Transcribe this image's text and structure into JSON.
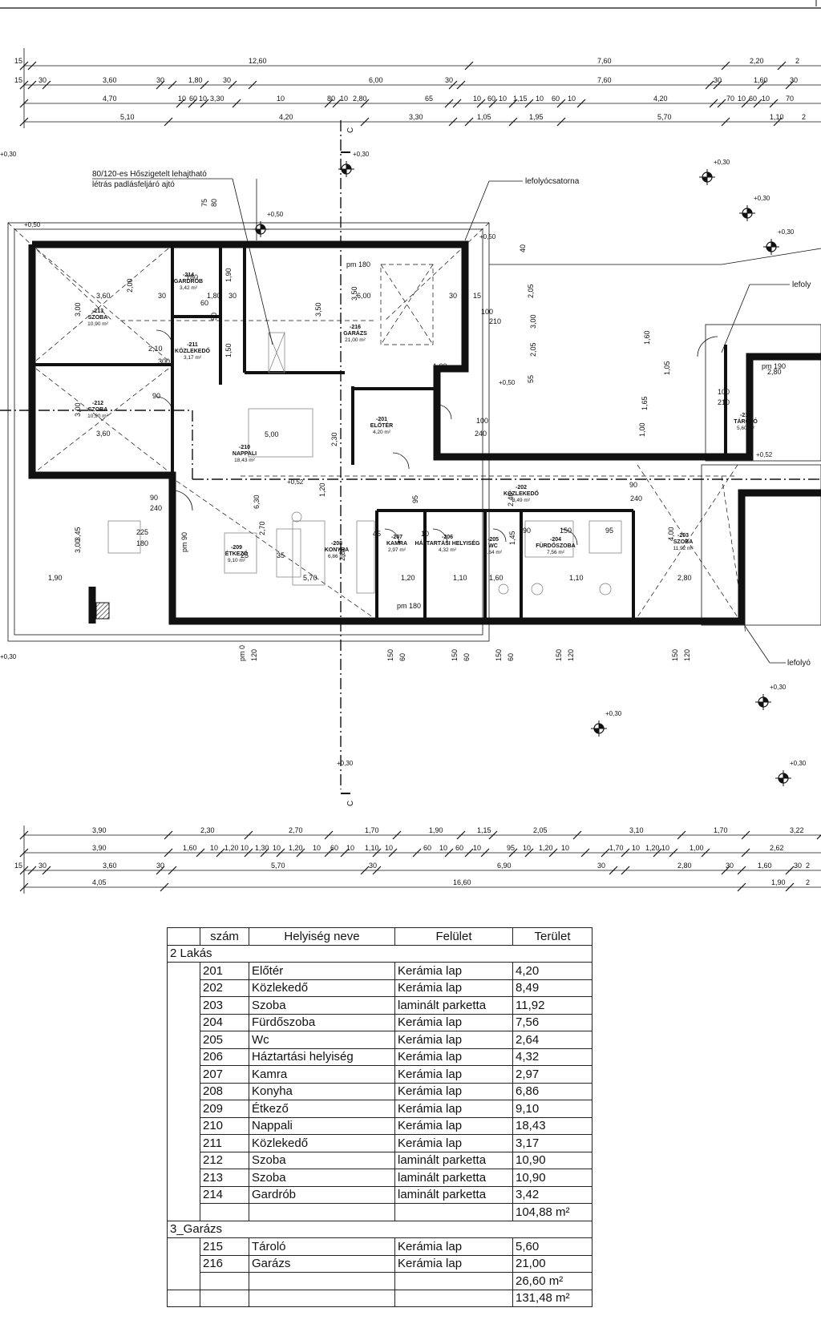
{
  "top_dims": {
    "row1": [
      "15",
      "12,60",
      "7,60",
      "2,20",
      "2"
    ],
    "row2": [
      "15",
      "30",
      "3,60",
      "30",
      "1,80",
      "30",
      "6,00",
      "30",
      "7,60",
      "30",
      "1,60",
      "30"
    ],
    "row3": [
      "4,70",
      "10",
      "60",
      "10",
      "3,30",
      "10",
      "80",
      "10",
      "2,80",
      "65",
      "10",
      "60",
      "10",
      "1,15",
      "10",
      "60",
      "10",
      "4,20",
      "70",
      "10",
      "60",
      "10",
      "70"
    ],
    "row4": [
      "5,10",
      "4,20",
      "3,30",
      "1,05",
      "1,95",
      "5,70",
      "1,10",
      "2"
    ]
  },
  "bottom_dims": {
    "row1": [
      "3,90",
      "2,30",
      "2,70",
      "1,70",
      "1,90",
      "1,15",
      "2,05",
      "3,10",
      "1,70",
      "3,22"
    ],
    "row2": [
      "3,90",
      "1,60",
      "10",
      "1,20",
      "10",
      "1,30",
      "10",
      "1,20",
      "10",
      "60",
      "10",
      "1,10",
      "10",
      "60",
      "10",
      "60",
      "10",
      "95",
      "10",
      "1,20",
      "10",
      "1,70",
      "10",
      "1,20",
      "10",
      "1,00",
      "2,62"
    ],
    "row3": [
      "15",
      "30",
      "3,60",
      "30",
      "5,70",
      "30",
      "6,90",
      "30",
      "2,80",
      "30",
      "1,60",
      "30",
      "2"
    ],
    "row4": [
      "4,05",
      "16,60",
      "1,90",
      "2"
    ]
  },
  "notes": {
    "attic_door": "80/120-es Hőszigetelt lehajtható létrás padlásfeljáró ajtó",
    "gutter1": "lefolyócsatorna",
    "gutter2": "lefoly",
    "gutter3": "lefolyó",
    "section": "C"
  },
  "levels": [
    "+0,30",
    "+0,30",
    "+0,30",
    "+0,30",
    "+0,30",
    "+0,30",
    "+0,30",
    "+0,30",
    "+0,50",
    "+0,50",
    "+0,50",
    "+0,50",
    "+0,52",
    "+0,52",
    "+0,30",
    "+0,30"
  ],
  "rooms": [
    {
      "code": "-213",
      "name": "SZOBA",
      "area": "10,90 m²"
    },
    {
      "code": "-212",
      "name": "SZOBA",
      "area": "10,90 m²"
    },
    {
      "code": "-214",
      "name": "GARDRÓB",
      "area": "3,42 m²"
    },
    {
      "code": "-211",
      "name": "KÖZLEKEDŐ",
      "area": "3,17 m²"
    },
    {
      "code": "-216",
      "name": "GARÁZS",
      "area": "21,00 m²"
    },
    {
      "code": "-201",
      "name": "ELŐTÉR",
      "area": "4,20 m²"
    },
    {
      "code": "-210",
      "name": "NAPPALI",
      "area": "18,43 m²"
    },
    {
      "code": "-209",
      "name": "ÉTKEZŐ",
      "area": "9,10 m²"
    },
    {
      "code": "-208",
      "name": "KONYHA",
      "area": "6,86 m²"
    },
    {
      "code": "-207",
      "name": "KAMRA",
      "area": "2,97 m²"
    },
    {
      "code": "-206",
      "name": "HÁZTARTÁSI HELYISÉG",
      "area": "4,32 m²"
    },
    {
      "code": "-205",
      "name": "WC",
      "area": "2,64 m²"
    },
    {
      "code": "-204",
      "name": "FÜRDŐSZOBA",
      "area": "7,56 m²"
    },
    {
      "code": "-202",
      "name": "KÖZLEKEDŐ",
      "area": "8,49 m²"
    },
    {
      "code": "-203",
      "name": "SZOBA",
      "area": "11,92 m²"
    },
    {
      "code": "-215",
      "name": "TÁROLÓ",
      "area": "5,60 m²"
    }
  ],
  "inner_dims": [
    "3,60",
    "30",
    "3,60",
    "1,80",
    "30",
    "6,00",
    "30",
    "15",
    "3,00",
    "3,00",
    "3,50",
    "3,00",
    "3,50",
    "2,00",
    "1,50",
    "1,90",
    "2,05",
    "3,00",
    "2,05",
    "4,00",
    "2,30",
    "2,80",
    "2,70",
    "6,30",
    "5,00",
    "5,70",
    "1,90",
    "3,45",
    "1,20",
    "1,00",
    "1,20",
    "1,10",
    "1,60",
    "1,10",
    "2,80",
    "2,80",
    "1,60",
    "1,05",
    "1,65",
    "1,00",
    "1,45",
    "2,40",
    "2,10",
    "90",
    "90",
    "90",
    "100",
    "100",
    "100",
    "300",
    "240",
    "240",
    "240",
    "210",
    "210",
    "225",
    "180",
    "180",
    "pm 180",
    "pm 190",
    "pm 180",
    "pm 90",
    "pm 0",
    "120",
    "150",
    "60",
    "150",
    "60",
    "150",
    "60",
    "150",
    "120",
    "150",
    "120",
    "150",
    "90",
    "95",
    "95",
    "75",
    "80",
    "50",
    "60",
    "55",
    "40",
    "45",
    "10",
    "25",
    "35"
  ],
  "table": {
    "headers": [
      "szám",
      "Helyiség neve",
      "Felület",
      "Terület"
    ],
    "groups": [
      {
        "title": "2 Lakás",
        "rows": [
          [
            "201",
            "Előtér",
            "Kerámia lap",
            "4,20"
          ],
          [
            "202",
            "Közlekedő",
            "Kerámia lap",
            "8,49"
          ],
          [
            "203",
            "Szoba",
            "laminált parketta",
            "11,92"
          ],
          [
            "204",
            "Fürdőszoba",
            "Kerámia lap",
            "7,56"
          ],
          [
            "205",
            "Wc",
            "Kerámia lap",
            "2,64"
          ],
          [
            "206",
            "Háztartási helyiség",
            "Kerámia lap",
            "4,32"
          ],
          [
            "207",
            "Kamra",
            "Kerámia lap",
            "2,97"
          ],
          [
            "208",
            "Konyha",
            "Kerámia lap",
            "6,86"
          ],
          [
            "209",
            "Étkező",
            "Kerámia lap",
            "9,10"
          ],
          [
            "210",
            "Nappali",
            "Kerámia lap",
            "18,43"
          ],
          [
            "211",
            "Közlekedő",
            "Kerámia lap",
            "3,17"
          ],
          [
            "212",
            "Szoba",
            "laminált parketta",
            "10,90"
          ],
          [
            "213",
            "Szoba",
            "laminált parketta",
            "10,90"
          ],
          [
            "214",
            "Gardrób",
            "laminált parketta",
            "3,42"
          ]
        ],
        "subtotal": "104,88 m²"
      },
      {
        "title": "3_Garázs",
        "rows": [
          [
            "215",
            "Tároló",
            "Kerámia lap",
            "5,60"
          ],
          [
            "216",
            "Garázs",
            "Kerámia lap",
            "21,00"
          ]
        ],
        "subtotal": "26,60 m²"
      }
    ],
    "total": "131,48 m²"
  }
}
